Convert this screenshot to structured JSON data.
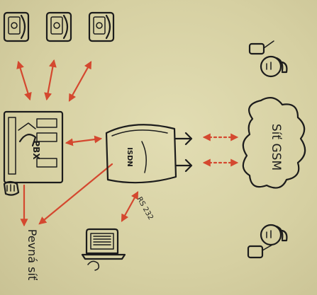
{
  "colors": {
    "background": "#d8d3a6",
    "ink": "#1c1c1c",
    "arrow": "#d4482f"
  },
  "nodes": {
    "pbx": {
      "label": "PBX"
    },
    "isdn_device": {
      "label": "ISDN"
    },
    "fixed_network": {
      "label": "Pevná síť"
    },
    "gsm_network": {
      "label": "Síť GSM"
    },
    "serial_link": {
      "label": "RS 232"
    }
  },
  "icons": [
    "desk-phone-icon",
    "mobile-user-icon",
    "laptop-icon",
    "hand-icon",
    "antenna-icon"
  ],
  "connections": [
    {
      "from": "pbx",
      "to": "desk-phone-1",
      "style": "double-arrow"
    },
    {
      "from": "pbx",
      "to": "desk-phone-2",
      "style": "double-arrow"
    },
    {
      "from": "pbx",
      "to": "desk-phone-3",
      "style": "double-arrow"
    },
    {
      "from": "pbx",
      "to": "isdn_device",
      "style": "double-arrow"
    },
    {
      "from": "pbx",
      "to": "fixed_network",
      "style": "arrow"
    },
    {
      "from": "isdn_device",
      "to": "fixed_network",
      "style": "arrow"
    },
    {
      "from": "isdn_device",
      "to": "gsm_network",
      "style": "dashed-double-arrow"
    },
    {
      "from": "isdn_device",
      "to": "laptop",
      "style": "double-arrow"
    }
  ]
}
